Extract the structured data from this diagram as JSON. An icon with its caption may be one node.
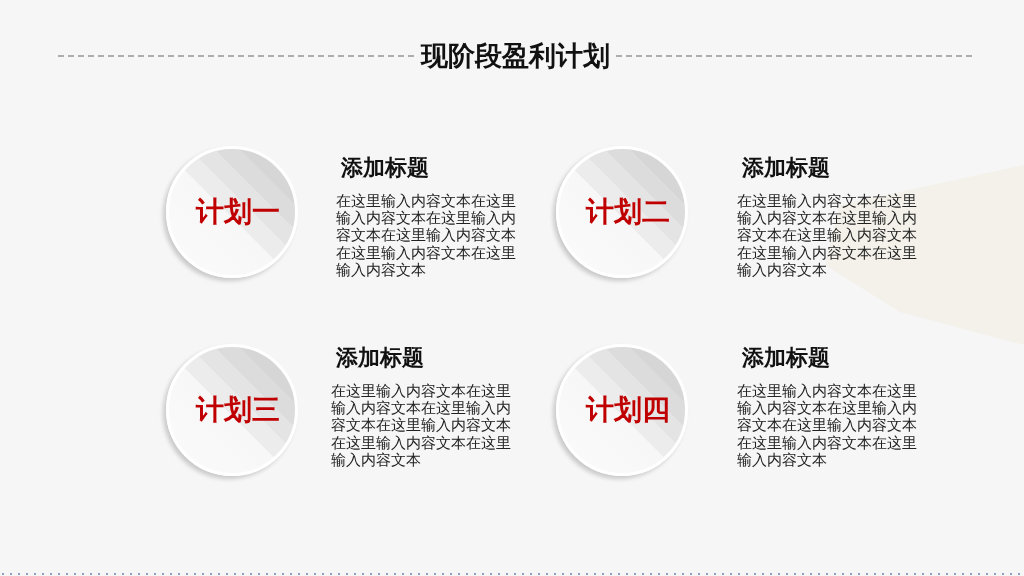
{
  "diagram": {
    "title": "现阶段盈利计划",
    "nodes": [
      {
        "text": [
          "计划一"
        ],
        "beside": [
          "添加标题",
          "在这里输入内容文本在这里输入内容文本在这里输入内容文本在这里输入内容文本在这里输入内容文本在这里输入内容文本"
        ]
      },
      {
        "text": [
          "计划二"
        ],
        "beside": [
          "添加标题",
          "在这里输入内容文本在这里输入内容文本在这里输入内容文本在这里输入内容文本在这里输入内容文本在这里输入内容文本"
        ]
      },
      {
        "text": [
          "计划三"
        ],
        "beside": [
          "添加标题",
          "在这里输入内容文本在这里输入内容文本在这里输入内容文本在这里输入内容文本在这里输入内容文本在这里输入内容文本"
        ]
      },
      {
        "text": [
          "计划四"
        ],
        "beside": [
          "添加标题",
          "在这里输入内容文本在这里输入内容文本在这里输入内容文本在这里输入内容文本在这里输入内容文本在这里输入内容文本"
        ]
      }
    ]
  }
}
